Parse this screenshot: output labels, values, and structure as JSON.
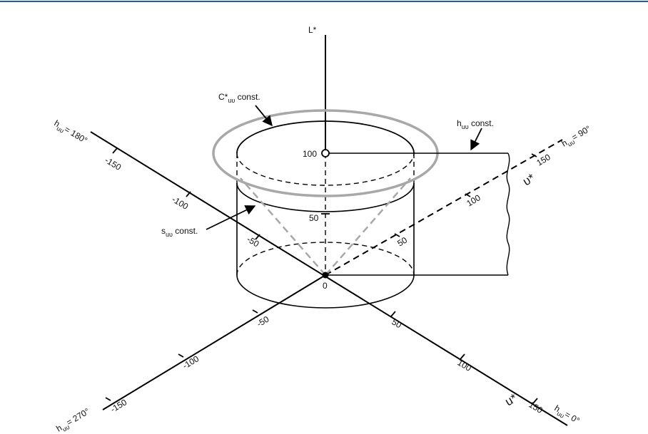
{
  "colors": {
    "top_rule": "#1f5fa0",
    "ink": "#000000",
    "chroma_ring": "#a8a8a8",
    "saturation_cone": "#a8a8a8"
  },
  "labels": {
    "lightness_axis": "L*",
    "u_axis": "u*",
    "v_axis": "υ*",
    "chroma_const": "C*",
    "chroma_const_sub": "uυ",
    "chroma_const_suffix": " const.",
    "hue_const": "h",
    "hue_const_sub": "uυ",
    "hue_const_suffix": " const.",
    "sat_const": "s",
    "sat_const_sub": "uυ",
    "sat_const_suffix": " const.",
    "hue_0_pre": "h",
    "hue_0_sub": "uυ",
    "hue_0_val": "= 0°",
    "hue_90_pre": "h",
    "hue_90_sub": "uυ",
    "hue_90_val": "= 90°",
    "hue_180_pre": "h",
    "hue_180_sub": "uυ",
    "hue_180_val": "= 180°",
    "hue_270_pre": "h",
    "hue_270_sub": "uυ",
    "hue_270_val": "= 270°",
    "origin": "0",
    "l_50": "50",
    "l_100": "100"
  },
  "ticks": {
    "u_pos": [
      "50",
      "100",
      "150"
    ],
    "u_neg": [
      "-50",
      "-100",
      "-150"
    ],
    "v_pos": [
      "50",
      "100",
      "150"
    ],
    "v_neg": [
      "-50",
      "-100",
      "-150"
    ]
  }
}
